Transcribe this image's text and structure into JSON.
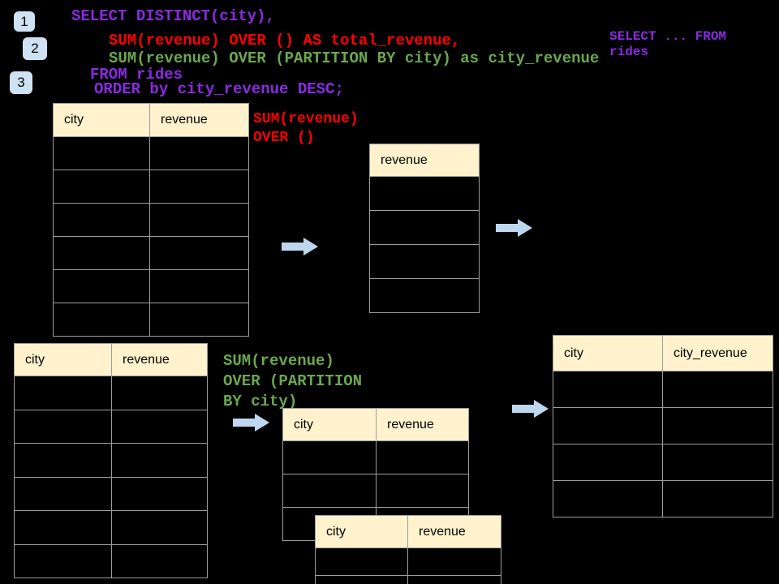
{
  "badges": {
    "one": "1",
    "two": "2",
    "three": "3"
  },
  "sql": {
    "line1": "SELECT DISTINCT(city),",
    "line2": "SUM(revenue) OVER () AS total_revenue,",
    "line3": "SUM(revenue) OVER (PARTITION BY city) as city_revenue",
    "line4": "FROM rides",
    "line5": "ORDER by city_revenue DESC;"
  },
  "side_note": {
    "line1": "SELECT ... FROM",
    "line2": "rides"
  },
  "labels": {
    "total": {
      "line1": "SUM(revenue)",
      "line2": "OVER ()"
    },
    "partition": {
      "line1": "SUM(revenue)",
      "line2": "OVER (PARTITION",
      "line3": "BY city)"
    }
  },
  "tables": {
    "source_top": {
      "col1": "city",
      "col2": "revenue"
    },
    "revenue_only": {
      "col1": "revenue"
    },
    "source_bottom": {
      "col1": "city",
      "col2": "revenue"
    },
    "partition_mid": {
      "col1": "city",
      "col2": "revenue"
    },
    "partition_overlay": {
      "col1": "city",
      "col2": "revenue"
    },
    "result": {
      "col1": "city",
      "col2": "city_revenue"
    }
  },
  "colors": {
    "background": "#000000",
    "header_fill": "#FFF2CC",
    "table_border": "#9E9E9E",
    "arrow_fill": "#BDD7EE",
    "badge_fill": "#CFE2F3",
    "sql_purple": "#8A2BE2",
    "sql_red": "#FF0000",
    "sql_green": "#6AA84F"
  },
  "icons": {
    "arrow": "right-arrow"
  }
}
